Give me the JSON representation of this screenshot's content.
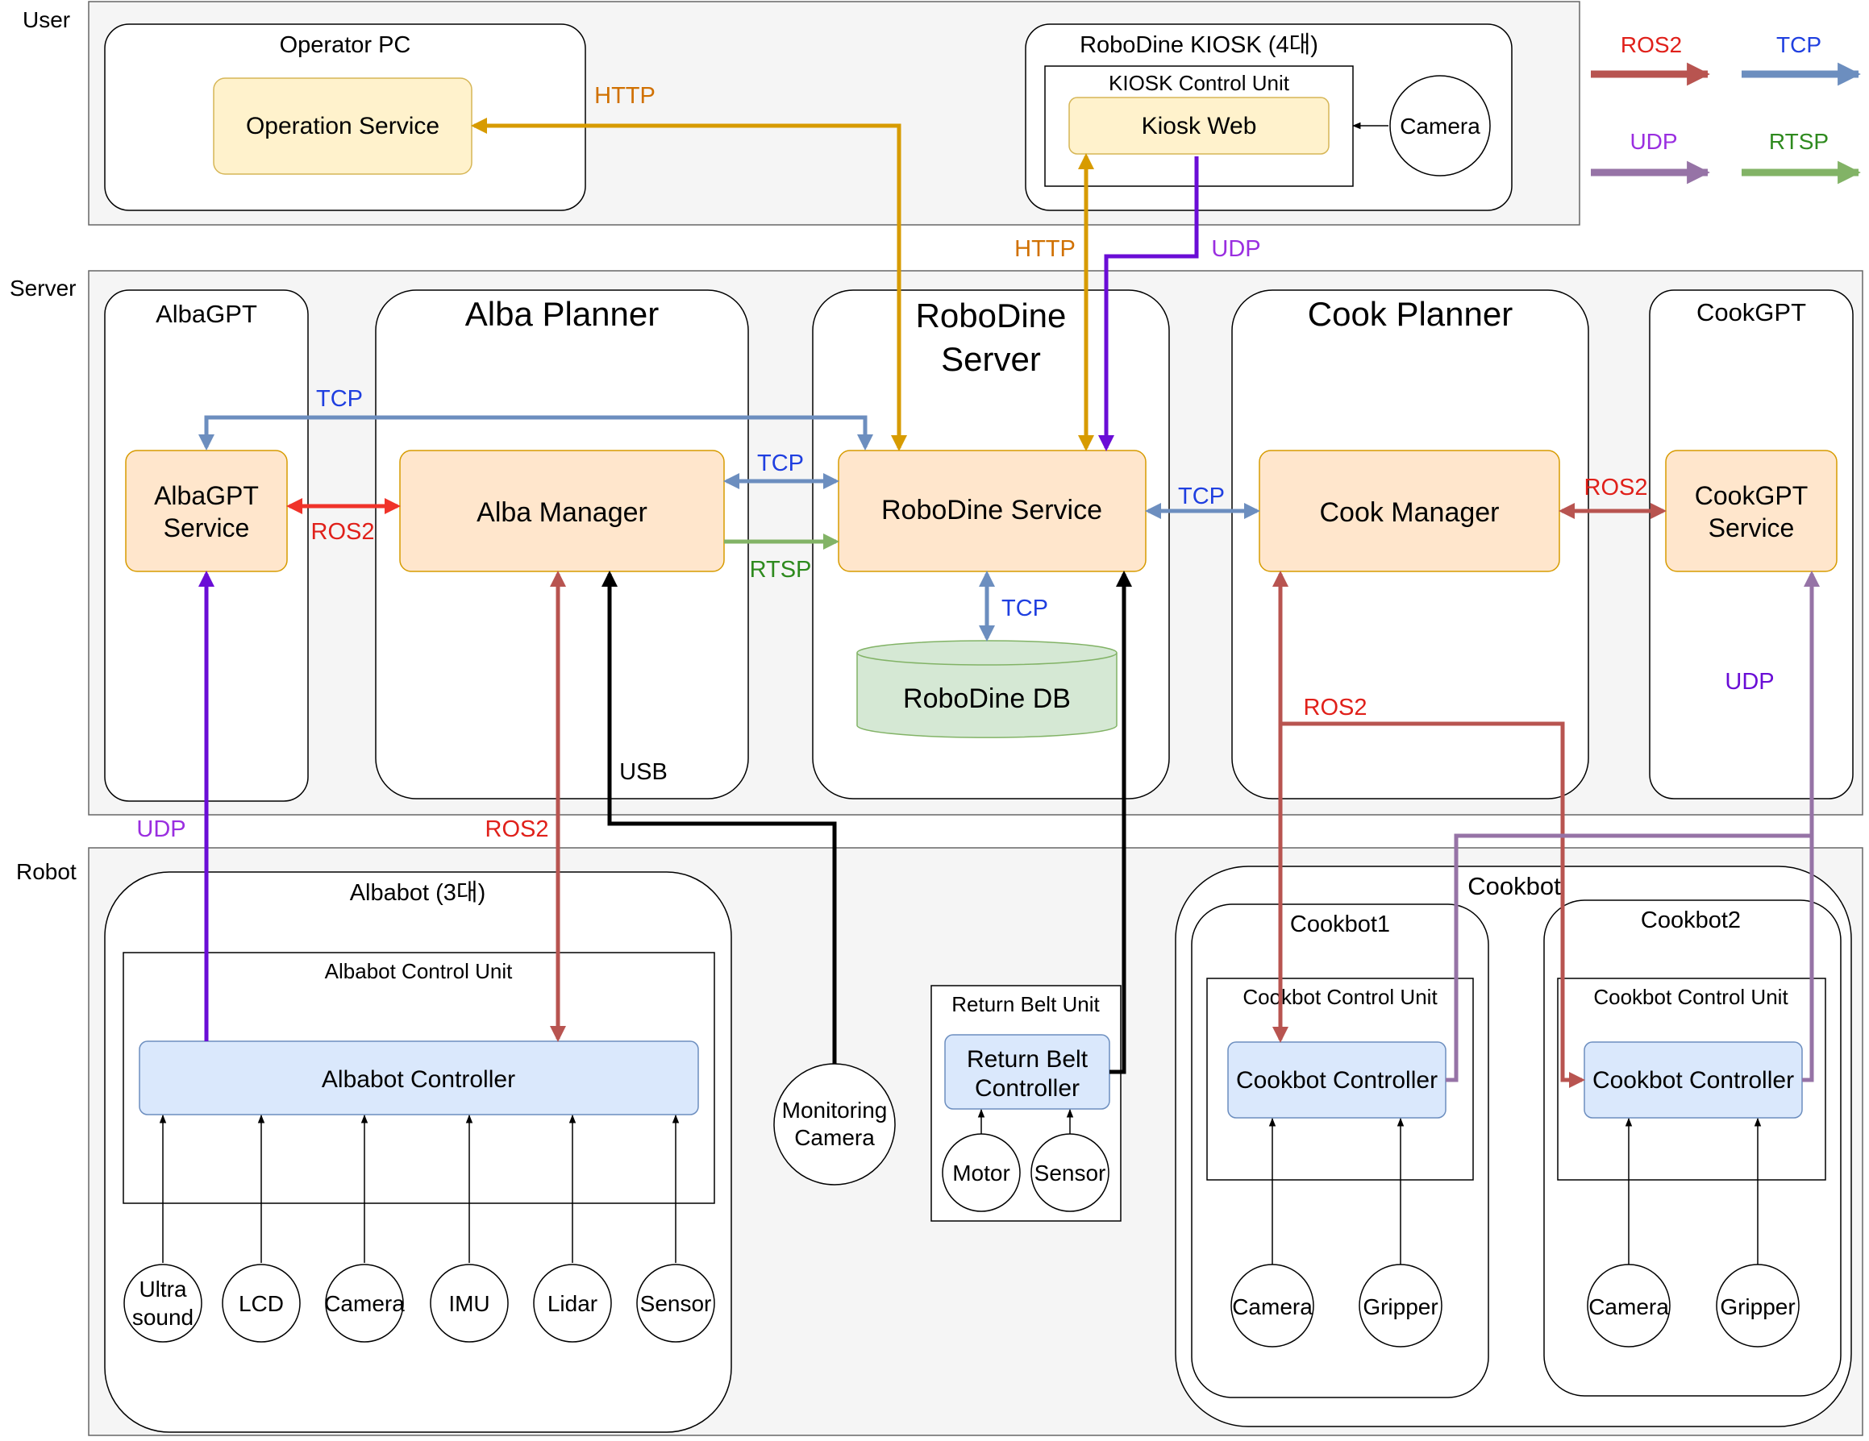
{
  "layers": {
    "user": "User",
    "server": "Server",
    "robot": "Robot"
  },
  "legend": [
    {
      "label": "ROS2",
      "color": "#b85450",
      "text_color": "#e0201a"
    },
    {
      "label": "TCP",
      "color": "#6c8ebf",
      "text_color": "#1f3fe0"
    },
    {
      "label": "UDP",
      "color": "#9673a6",
      "text_color": "#9a2ee0"
    },
    {
      "label": "RTSP",
      "color": "#82b366",
      "text_color": "#2e8a1e"
    }
  ],
  "colors": {
    "http": "#d79b00",
    "http_text": "#d07000",
    "udp_strong": "#6a0dd6",
    "black": "#000000",
    "ros2_bright": "#f0332a"
  },
  "user": {
    "operator_pc": "Operator PC",
    "operation_service": "Operation Service",
    "kiosk": "RoboDine KIOSK (4대)",
    "kiosk_control_unit": "KIOSK Control Unit",
    "kiosk_web": "Kiosk Web",
    "camera": "Camera"
  },
  "server": {
    "albagpt": "AlbaGPT",
    "albagpt_service": [
      "AlbaGPT",
      "Service"
    ],
    "alba_planner": "Alba Planner",
    "alba_manager": "Alba Manager",
    "robodine_server": [
      "RoboDine",
      "Server"
    ],
    "robodine_service": "RoboDine Service",
    "robodine_db": "RoboDine DB",
    "cook_planner": "Cook Planner",
    "cook_manager": "Cook Manager",
    "cookgpt": "CookGPT",
    "cookgpt_service": [
      "CookGPT",
      "Service"
    ]
  },
  "robot": {
    "albabot": "Albabot (3대)",
    "albabot_control_unit": "Albabot Control Unit",
    "albabot_controller": "Albabot Controller",
    "albabot_sensors": [
      [
        "Ultra",
        "sound"
      ],
      [
        "LCD"
      ],
      [
        "Camera"
      ],
      [
        "IMU"
      ],
      [
        "Lidar"
      ],
      [
        "Sensor"
      ]
    ],
    "monitoring_camera": [
      "Monitoring",
      "Camera"
    ],
    "return_belt_unit": "Return Belt Unit",
    "return_belt_controller": [
      "Return Belt",
      "Controller"
    ],
    "motor": "Motor",
    "sensor": "Sensor",
    "cookbot": "Cookbot",
    "cookbot1": "Cookbot1",
    "cookbot2": "Cookbot2",
    "cookbot_control_unit": "Cookbot Control Unit",
    "cookbot_controller": "Cookbot Controller",
    "cookbot_camera": "Camera",
    "cookbot_gripper": "Gripper"
  },
  "edge_labels": {
    "http": "HTTP",
    "udp": "UDP",
    "tcp": "TCP",
    "ros2": "ROS2",
    "rtsp": "RTSP",
    "usb": "USB"
  }
}
